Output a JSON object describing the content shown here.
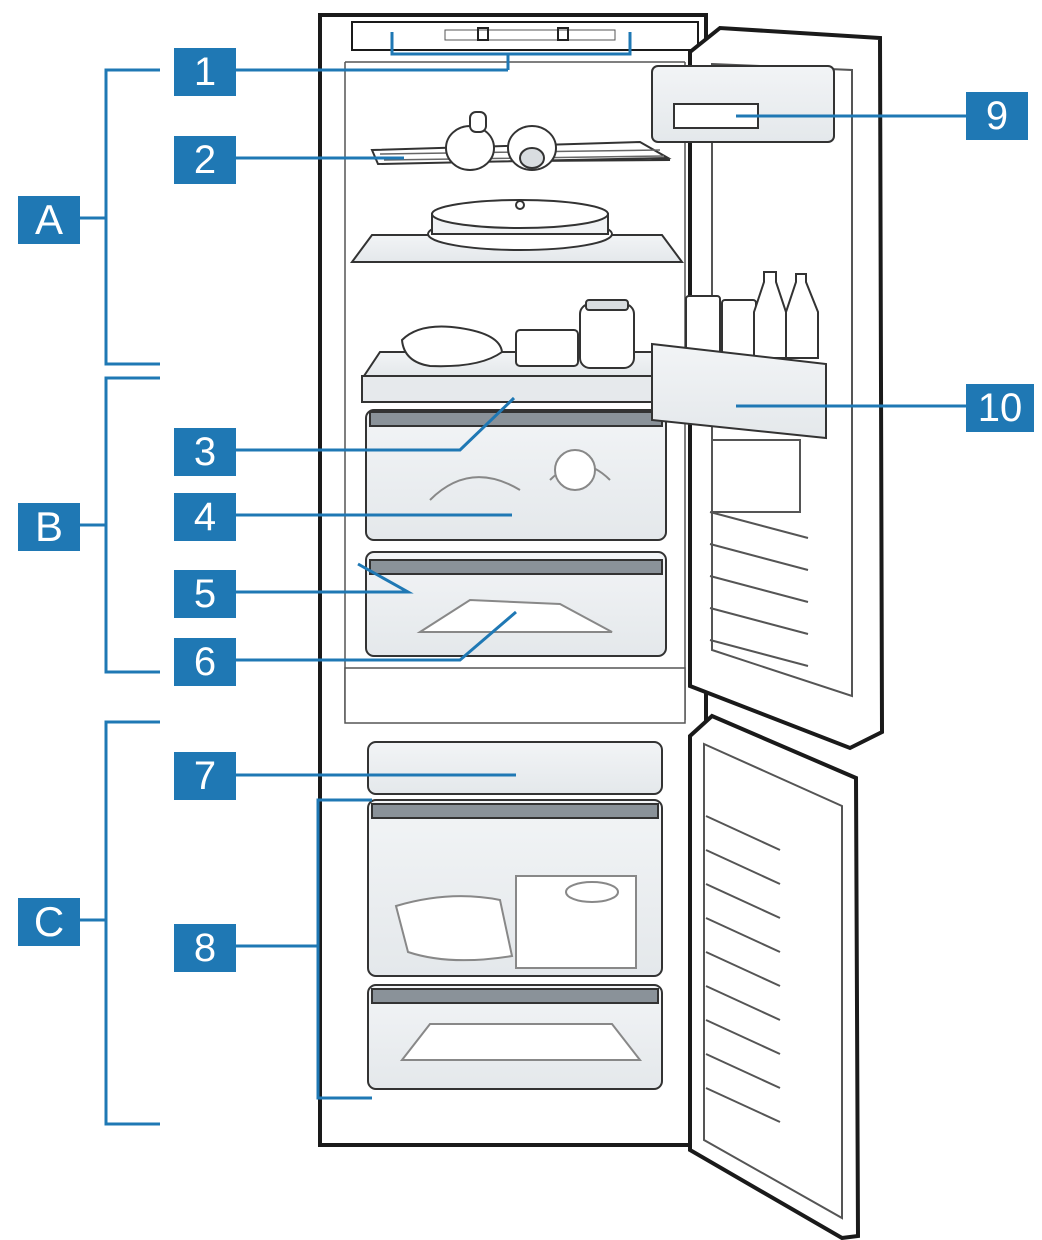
{
  "colors": {
    "callout": "#1f78b4",
    "outline": "#1a1a1a",
    "body": "#ffffff",
    "shade": "#dfe3e6"
  },
  "zones": [
    {
      "label": "A"
    },
    {
      "label": "B"
    },
    {
      "label": "C"
    }
  ],
  "callouts": [
    {
      "label": "1"
    },
    {
      "label": "2"
    },
    {
      "label": "3"
    },
    {
      "label": "4"
    },
    {
      "label": "5"
    },
    {
      "label": "6"
    },
    {
      "label": "7"
    },
    {
      "label": "8"
    },
    {
      "label": "9"
    },
    {
      "label": "10"
    }
  ]
}
